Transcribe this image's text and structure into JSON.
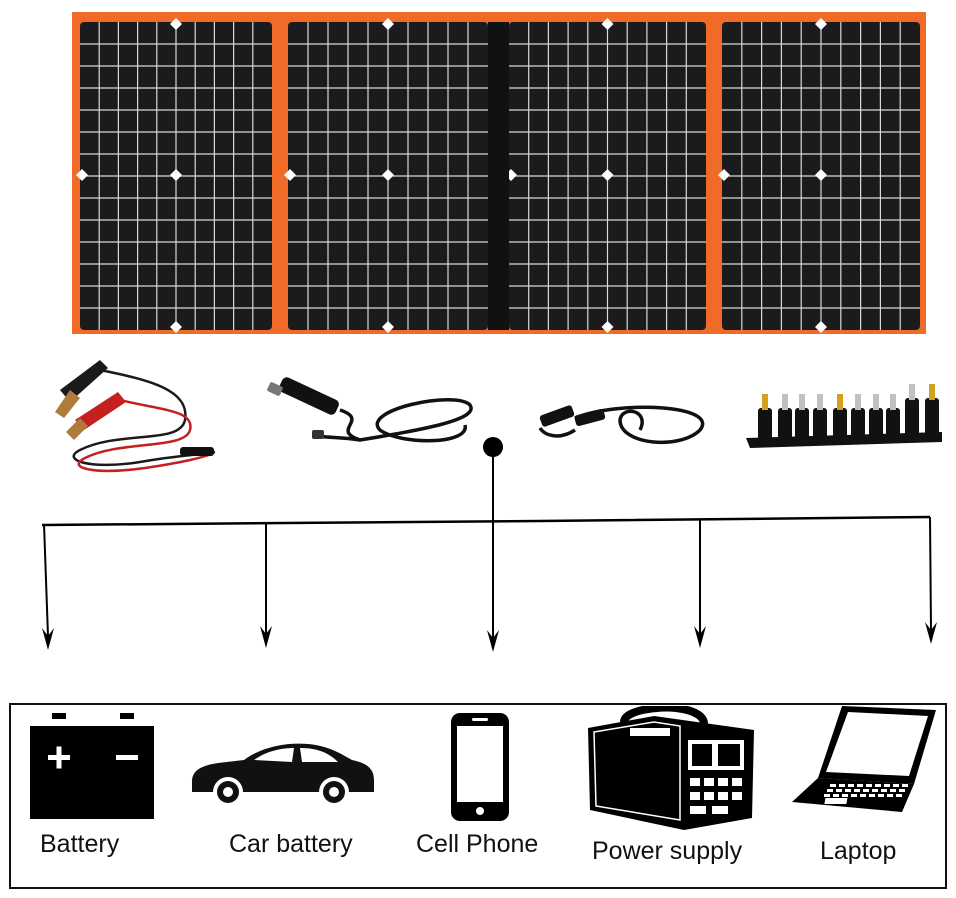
{
  "colors": {
    "frame": "#f06a28",
    "cell": "#1b1b1d",
    "grid": "#d9d9d9",
    "ink": "#000000"
  },
  "solar_panel": {
    "panel_count": 4,
    "icon": "solar-panel-icon"
  },
  "accessories": [
    {
      "name": "battery-clip-cable",
      "icon": "alligator-clip-icon"
    },
    {
      "name": "car-charger-cable",
      "icon": "car-plug-icon"
    },
    {
      "name": "dc-extension-cable",
      "icon": "dc-cable-icon"
    },
    {
      "name": "dc-connector-set",
      "icon": "connector-tips-icon"
    }
  ],
  "devices": [
    {
      "label": "Battery",
      "icon": "battery-icon"
    },
    {
      "label": "Car battery",
      "icon": "car-icon"
    },
    {
      "label": "Cell Phone",
      "icon": "cell-phone-icon"
    },
    {
      "label": "Power supply",
      "icon": "power-station-icon"
    },
    {
      "label": "Laptop",
      "icon": "laptop-icon"
    }
  ]
}
